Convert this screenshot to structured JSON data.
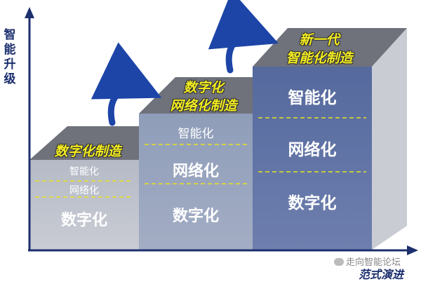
{
  "axes": {
    "y_label": "智能升级",
    "x_label": "范式演进"
  },
  "theme": {
    "title_yellow": "#f3ec1f",
    "axis_navy": "#1c2f6e",
    "dash_yellow": "#e6e31d",
    "arrow_blue": "#1d45a8"
  },
  "stages": [
    {
      "title": "数字化制造",
      "layers": [
        "智能化",
        "网络化",
        "数字化"
      ]
    },
    {
      "title_line1": "数字化",
      "title_line2": "网络化制造",
      "layers": [
        "智能化",
        "网络化",
        "数字化"
      ]
    },
    {
      "title_line1": "新一代",
      "title_line2": "智能化制造",
      "layers": [
        "智能化",
        "网络化",
        "数字化"
      ]
    }
  ],
  "watermark": "走向智能论坛"
}
